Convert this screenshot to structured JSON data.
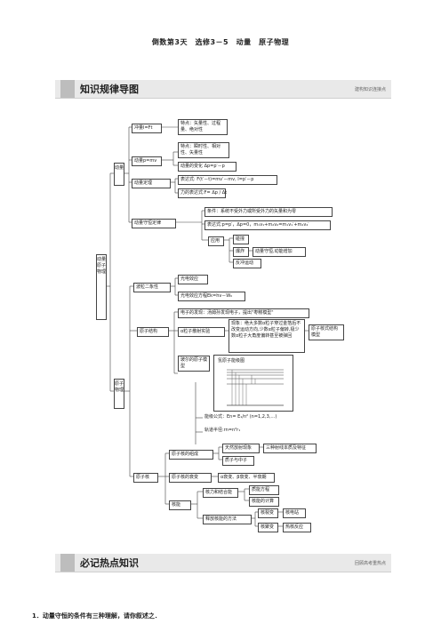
{
  "doc_title": "倒数第3天　选修3－5　动量　原子物理",
  "section1": {
    "title": "知识规律导图",
    "subtitle": "建构知识连接点"
  },
  "section2": {
    "title": "必记热点知识",
    "subtitle": "回顾高考重热点"
  },
  "question1": "1．动量守恒的条件有三种理解，请你叙述之．",
  "map": {
    "root": "动量　原子物理",
    "b1": "动量",
    "b2": "原子物理",
    "impulse": "冲量I=Ft",
    "impulse_desc": "特点：矢量性、过程量、绝对性",
    "momentum": "动量p=mv",
    "momentum_desc": "特点：瞬时性、相对性、矢量性",
    "momentum_change": "动量的变化 Δp=p′－p",
    "theorem": "动量定理",
    "theorem_expr": "表达式: F(t′－t)=mv′－mv, I=p′－p",
    "theorem_force": "力的表达式:F= Δp / Δt",
    "conservation": "动量守恒定律",
    "cons_cond": "条件：系统不受外力或所受外力的矢量和为零",
    "cons_expr": "表达式:p=p′，Δp=0，m₁v₁+m₂v₂=m₁v₁′+m₂v₂′",
    "app": "应用",
    "app1": "碰撞",
    "app2": "爆炸",
    "app2_note": "动量守恒,动能增加",
    "app3": "反冲运动",
    "wp": "波粒二象性",
    "wp1": "光电效应",
    "wp2": "光电效应方程Ek=hν－W₀",
    "atom": "原子结构",
    "electron": "电子的发现：汤姆孙发现电子，提出\"枣糕模型\"",
    "alpha": "α粒子散射实验",
    "alpha_desc": "现象：绝大多数α粒子穿过金箔后不改变运动方向,少数α粒子偏转,极少数α粒子大角度偏转甚至被弹回",
    "nuclear_model": "原子核式结构模型",
    "bohr": "玻尔的原子模型",
    "hydrogen": "氢原子能级图",
    "energy_level": "能级公式：En= E₁/n² (n=1,2,3,…)",
    "orbit": "轨道半径:rn=n²r₁",
    "nucleus": "原子核",
    "composition": "原子核的组成",
    "radioactivity": "天然放射现象",
    "rays": "三种射线本质及特征",
    "pn": "质子与中子",
    "decay": "原子核的衰变",
    "decay_desc": "α衰变、β衰变、半衰期",
    "nuclear_energy": "核能",
    "binding": "核力和结合能",
    "mass_defect": "质能方程",
    "calc": "核能的计算",
    "release": "释放核能的方法",
    "fission": "核裂变",
    "plant": "核电站",
    "fusion": "核聚变",
    "thermo": "热核反应"
  }
}
